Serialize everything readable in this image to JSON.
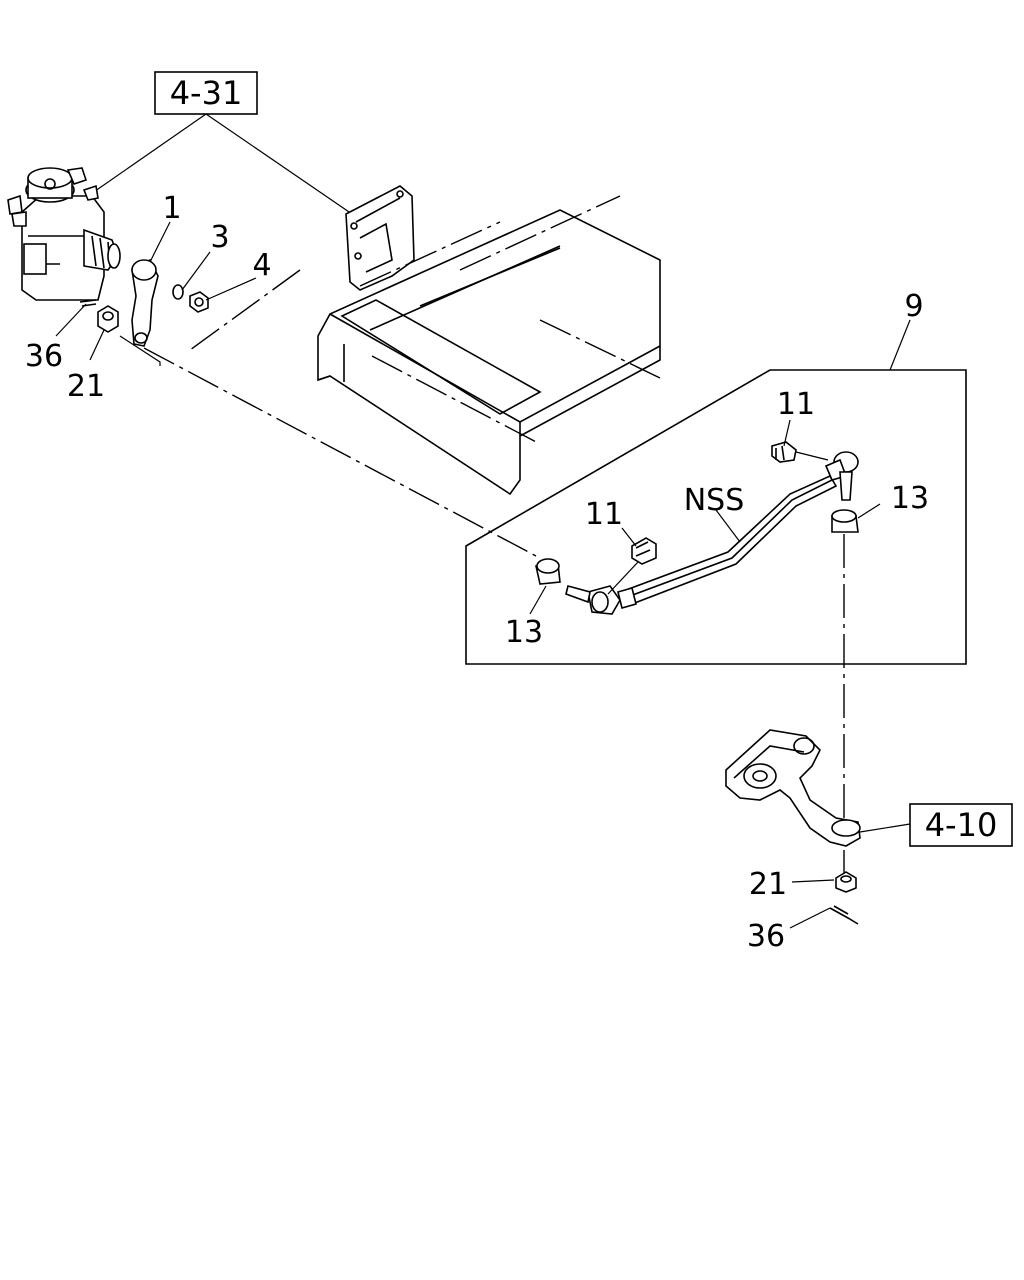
{
  "refs": {
    "steering_gear_ref": "4-31",
    "idler_arm_ref": "4-10"
  },
  "callouts": {
    "arm": "1",
    "washer": "3",
    "nut_top": "4",
    "cotter_pin_top": "36",
    "nut_castle_top": "21",
    "assembly": "9",
    "grease_fitting_right": "11",
    "grease_fitting_left": "11",
    "tube": "NSS",
    "boot_right": "13",
    "boot_left": "13",
    "nut_castle_bottom": "21",
    "cotter_pin_bottom": "36"
  }
}
